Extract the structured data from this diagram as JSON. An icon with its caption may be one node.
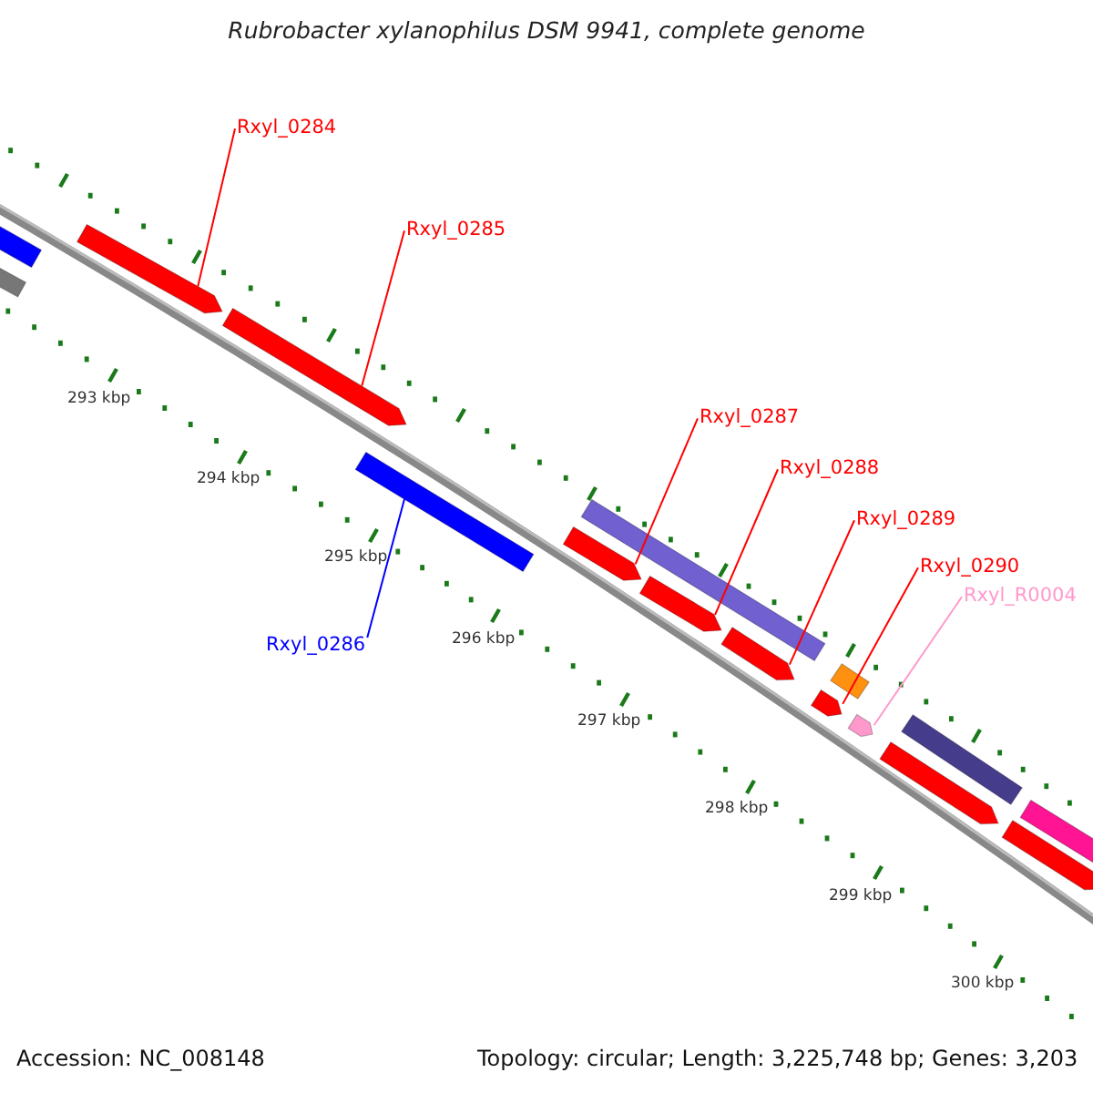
{
  "diagram": {
    "title": "Rubrobacter xylanophilus DSM 9941, complete genome",
    "nodes": [
      {
        "text": [],
        "shape": "bar"
      },
      {
        "text": [],
        "shape": "bar"
      },
      {
        "text": [
          "Rxyl_0284"
        ]
      },
      {
        "text": [],
        "shape": "arrow"
      },
      {
        "text": [
          "Rxyl_0285"
        ]
      },
      {
        "text": [],
        "shape": "arrow"
      },
      {
        "text": [],
        "shape": "bar"
      },
      {
        "text": [
          "Rxyl_0286"
        ]
      },
      {
        "text": [
          "Rxyl_0287"
        ]
      },
      {
        "text": [],
        "shape": "bar"
      },
      {
        "text": [],
        "shape": "arrow"
      },
      {
        "text": [
          "Rxyl_0288"
        ]
      },
      {
        "text": [],
        "shape": "arrow"
      },
      {
        "text": [
          "Rxyl_0289"
        ]
      },
      {
        "text": [],
        "shape": "arrow"
      },
      {
        "text": [
          "Rxyl_0290"
        ]
      },
      {
        "text": [],
        "shape": "bar"
      },
      {
        "text": [],
        "shape": "arrow"
      },
      {
        "text": [
          "Rxyl_R0004"
        ]
      },
      {
        "text": [],
        "shape": "arrow"
      },
      {
        "text": [],
        "shape": "bar"
      },
      {
        "text": [],
        "shape": "arrow"
      },
      {
        "text": [],
        "shape": "bar"
      },
      {
        "text": [],
        "shape": "arrow"
      }
    ],
    "edges": [
      {
        "from": 2,
        "to": 3,
        "arrow": "none"
      },
      {
        "from": 4,
        "to": 5,
        "arrow": "none"
      },
      {
        "from": 7,
        "to": 6,
        "arrow": "none",
        "color": "#0000ff"
      },
      {
        "from": 8,
        "to": 10,
        "arrow": "none"
      },
      {
        "from": 11,
        "to": 12,
        "arrow": "none"
      },
      {
        "from": 13,
        "to": 14,
        "arrow": "none"
      },
      {
        "from": 15,
        "to": 17,
        "arrow": "none"
      },
      {
        "from": 18,
        "to": 19,
        "arrow": "none",
        "color": "#ff99cc"
      }
    ],
    "labels": [
      "293 kbp",
      "294 kbp",
      "295 kbp",
      "296 kbp",
      "297 kbp",
      "298 kbp",
      "299 kbp",
      "300 kbp",
      "Accession: NC_008148",
      "Topology: circular; Length: 3,225,748 bp; Genes: 3,203"
    ]
  }
}
